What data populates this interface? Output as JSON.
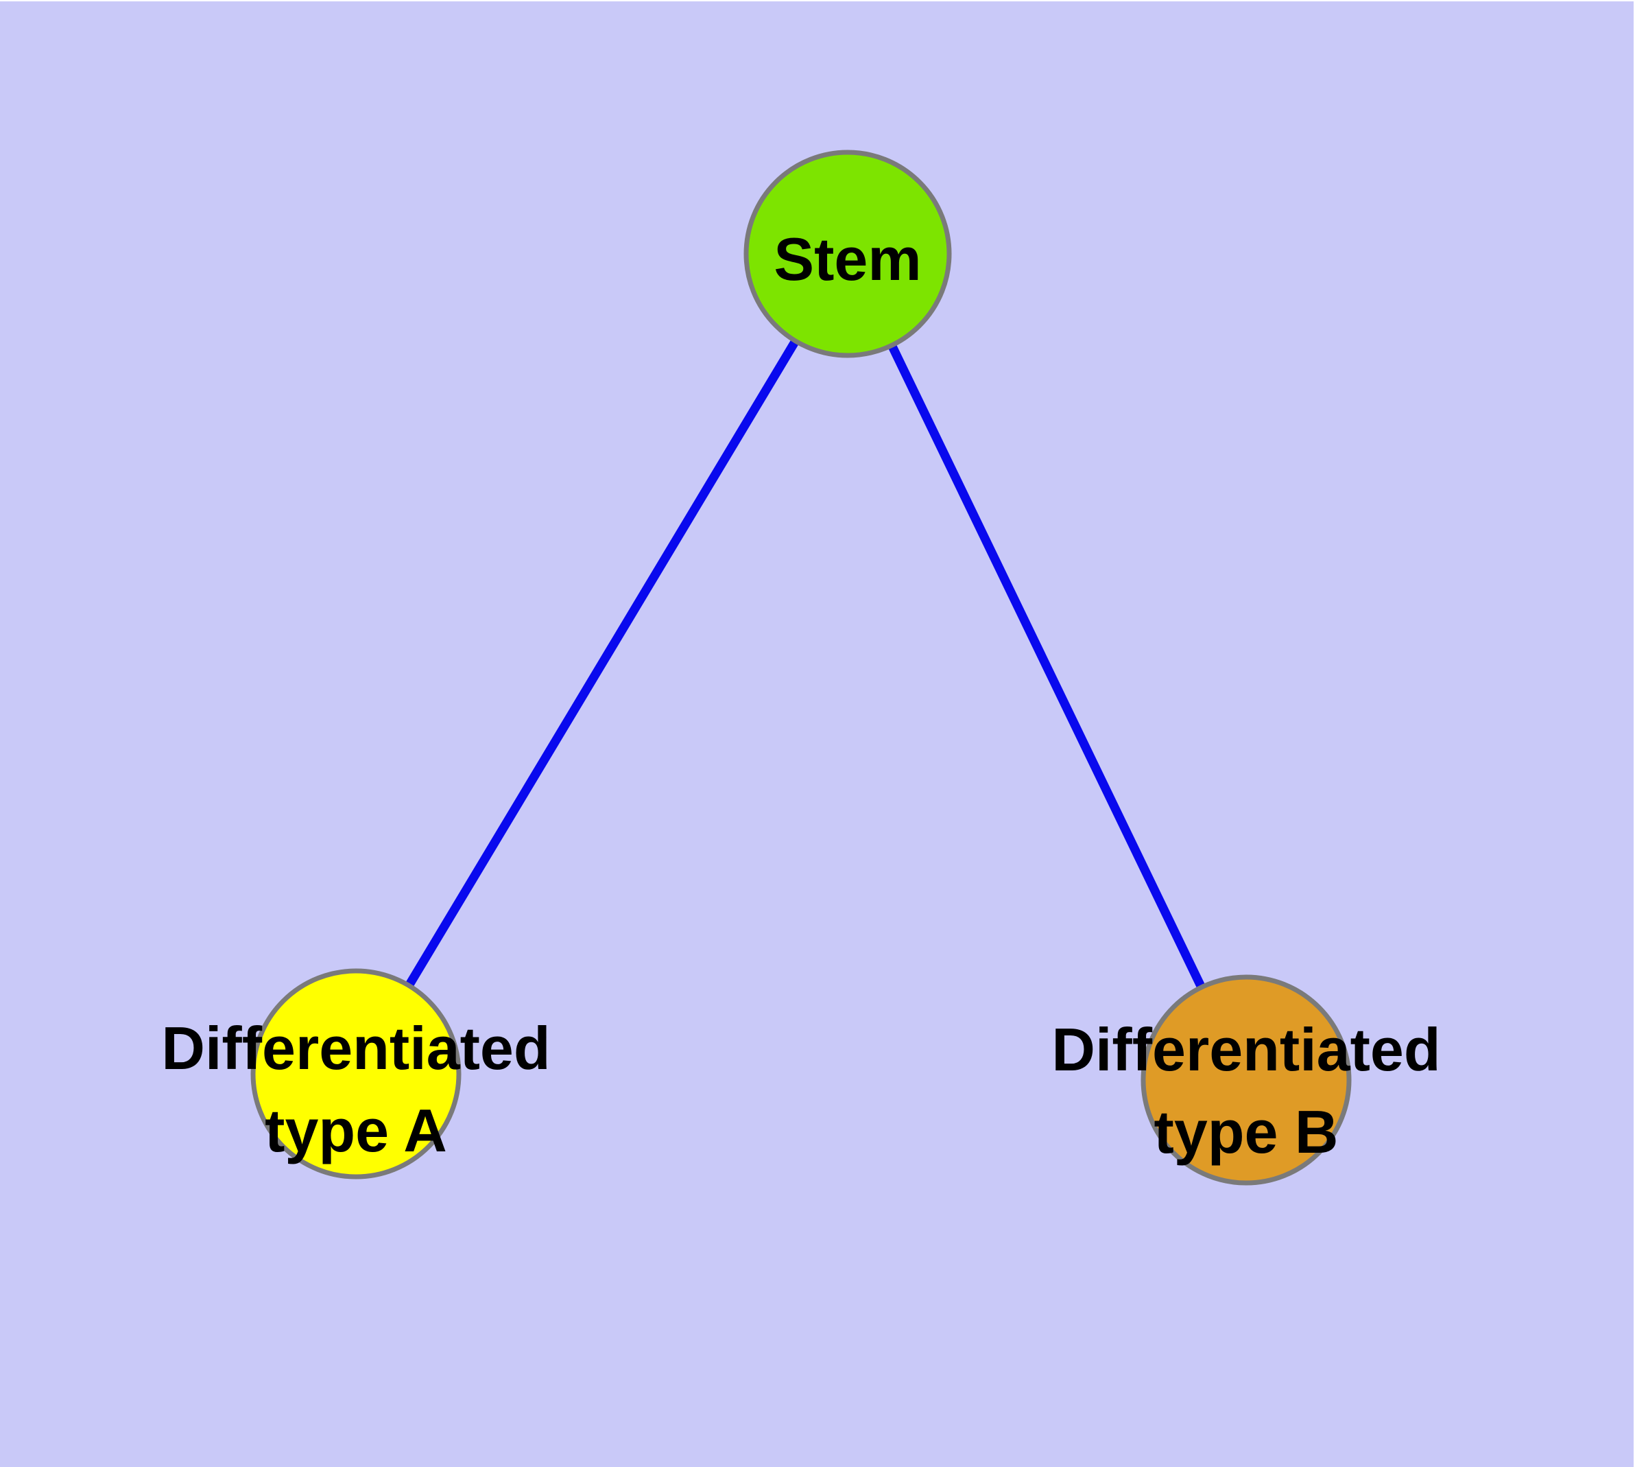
{
  "graph": {
    "type": "node-link-diagram",
    "nodes": [
      {
        "id": "stem",
        "label": "Stem",
        "color": "#7de400",
        "shape": "circle"
      },
      {
        "id": "diff-a",
        "label": "Differentiated\ntype A",
        "color": "#ffff00",
        "shape": "circle"
      },
      {
        "id": "diff-b",
        "label": "Differentiated\ntype B",
        "color": "#df9b26",
        "shape": "circle"
      }
    ],
    "edges": [
      {
        "source": "stem",
        "target": "diff-a"
      },
      {
        "source": "stem",
        "target": "diff-b"
      }
    ]
  },
  "colors": {
    "background": "#c9c9f8",
    "frame": "#ffffff",
    "edge": "#0909ee",
    "node-border": "#7a7a7a",
    "label-text": "#000000"
  }
}
